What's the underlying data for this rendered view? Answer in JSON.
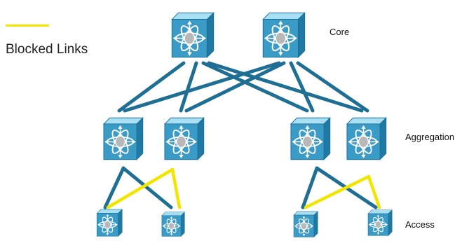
{
  "legend": {
    "label": "Blocked Links",
    "color": "#f2e600"
  },
  "tiers": {
    "core": "Core",
    "aggregation": "Aggregation",
    "access": "Access"
  },
  "colors": {
    "active_link": "#1e6f93",
    "blocked_link": "#f2e600",
    "switch_face": "#2f8fb9",
    "switch_front": "#7cc7e6"
  },
  "icons": {
    "switch": "network-switch-icon"
  }
}
